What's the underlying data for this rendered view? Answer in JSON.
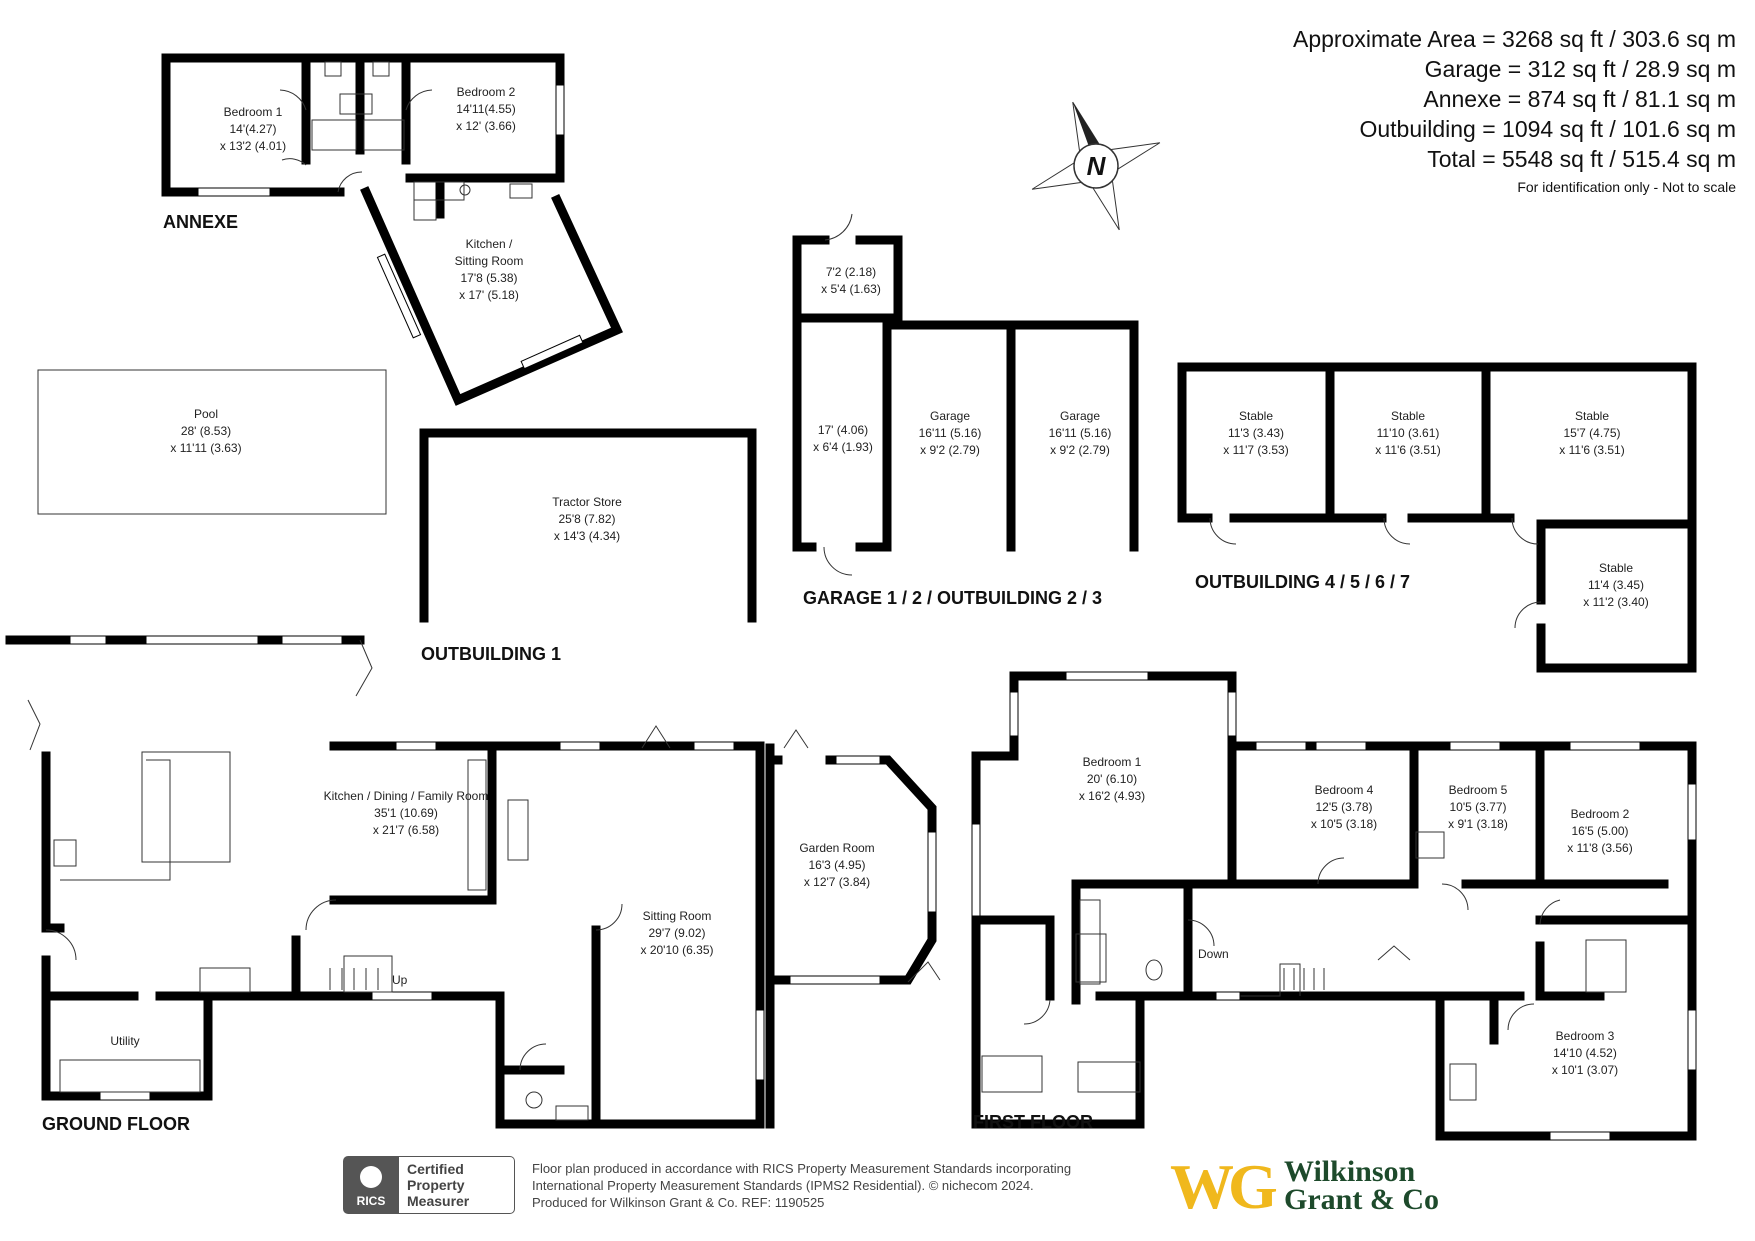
{
  "areas": {
    "approx": "Approximate Area = 3268 sq ft / 303.6 sq m",
    "garage": "Garage = 312 sq ft / 28.9 sq m",
    "annexe": "Annexe = 874 sq ft / 81.1 sq m",
    "outbuilding": "Outbuilding = 1094 sq ft / 101.6 sq m",
    "total": "Total = 5548 sq ft / 515.4 sq m",
    "note": "For identification only - Not to scale"
  },
  "compass": {
    "letter": "N"
  },
  "floors": {
    "annexe": "ANNEXE",
    "outbuilding1": "OUTBUILDING 1",
    "garage": "GARAGE 1 / 2 / OUTBUILDING  2 / 3",
    "outbuilding4": "OUTBUILDING 4 / 5 / 6 / 7",
    "ground": "GROUND FLOOR",
    "first": "FIRST FLOOR"
  },
  "rooms": {
    "annexe_bed1": [
      "Bedroom 1",
      "14'(4.27)",
      "x 13'2 (4.01)"
    ],
    "annexe_bed2": [
      "Bedroom 2",
      "14'11(4.55)",
      "x 12' (3.66)"
    ],
    "annexe_kitchen": [
      "Kitchen /",
      "Sitting Room",
      "17'8 (5.38)",
      "x 17' (5.18)"
    ],
    "pool": [
      "Pool",
      "28' (8.53)",
      "x 11'11 (3.63)"
    ],
    "tractor": [
      "Tractor Store",
      "25'8 (7.82)",
      "x 14'3 (4.34)"
    ],
    "store_small": [
      "7'2 (2.18)",
      "x 5'4 (1.63)"
    ],
    "store_long": [
      "17' (4.06)",
      "x 6'4 (1.93)"
    ],
    "garage_a": [
      "Garage",
      "16'11 (5.16)",
      "x 9'2 (2.79)"
    ],
    "garage_b": [
      "Garage",
      "16'11 (5.16)",
      "x 9'2 (2.79)"
    ],
    "stable_1": [
      "Stable",
      "11'3 (3.43)",
      "x 11'7 (3.53)"
    ],
    "stable_2": [
      "Stable",
      "11'10 (3.61)",
      "x 11'6 (3.51)"
    ],
    "stable_3": [
      "Stable",
      "15'7 (4.75)",
      "x 11'6 (3.51)"
    ],
    "stable_4": [
      "Stable",
      "11'4 (3.45)",
      "x 11'2  (3.40)"
    ],
    "kitchen_family": [
      "Kitchen / Dining / Family Room",
      "35'1 (10.69)",
      "x 21'7 (6.58)"
    ],
    "sitting": [
      "Sitting Room",
      "29'7 (9.02)",
      "x 20'10 (6.35)"
    ],
    "garden": [
      "Garden Room",
      "16'3 (4.95)",
      "x 12'7 (3.84)"
    ],
    "utility": [
      "Utility"
    ],
    "ff_bed1": [
      "Bedroom 1",
      "20' (6.10)",
      "x 16'2 (4.93)"
    ],
    "ff_bed4": [
      "Bedroom 4",
      "12'5 (3.78)",
      "x 10'5 (3.18)"
    ],
    "ff_bed5": [
      "Bedroom 5",
      "10'5 (3.77)",
      "x 9'1 (3.18)"
    ],
    "ff_bed2": [
      "Bedroom 2",
      "16'5 (5.00)",
      "x 11'8 (3.56)"
    ],
    "ff_bed3": [
      "Bedroom 3",
      "14'10 (4.52)",
      "x 10'1 (3.07)"
    ]
  },
  "stairs": {
    "up": "Up",
    "down": "Down"
  },
  "rics": {
    "brand": "RICS",
    "line1": "Certified",
    "line2": "Property",
    "line3": "Measurer"
  },
  "credit": [
    "Floor plan produced in accordance with RICS Property Measurement Standards incorporating",
    "International Property Measurement Standards (IPMS2 Residential).  ©  nichecom 2024.",
    "Produced for Wilkinson Grant & Co.   REF:  1190525"
  ],
  "agent": {
    "mark": "WG",
    "name1": "Wilkinson",
    "name2": "Grant & Co"
  },
  "colors": {
    "wall": "#000000",
    "brand_gold": "#f0b81d",
    "brand_green": "#1d4a2b"
  }
}
